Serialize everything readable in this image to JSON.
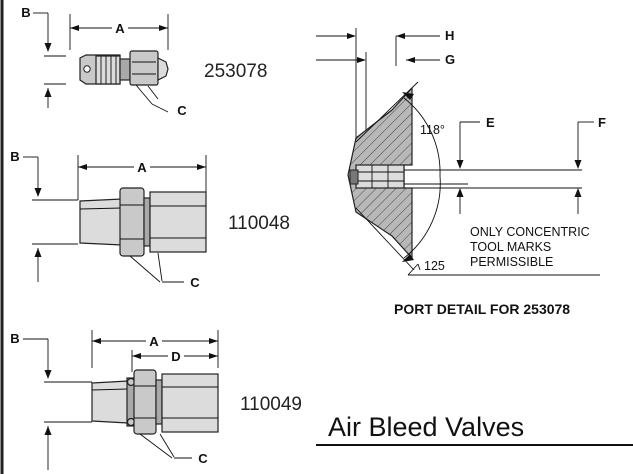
{
  "colors": {
    "ink": "#111111",
    "part_fill": "#c9c9c9",
    "part_shade": "#a9a9a9",
    "border": "#222222",
    "background": "#ffffff"
  },
  "part1": {
    "number": "253078",
    "dim_a": "A",
    "dim_b": "B",
    "dim_c": "C"
  },
  "part2": {
    "number": "110048",
    "dim_a": "A",
    "dim_b": "B",
    "dim_c": "C"
  },
  "part3": {
    "number": "110049",
    "dim_a": "A",
    "dim_b": "B",
    "dim_c": "C",
    "dim_d": "D"
  },
  "port_detail": {
    "label_h": "H",
    "label_g": "G",
    "label_e": "E",
    "label_f": "F",
    "angle": "118°",
    "surface_finish": "125",
    "note_lines": [
      "ONLY CONCENTRIC",
      "TOOL MARKS",
      "PERMISSIBLE"
    ],
    "caption": "PORT DETAIL FOR 253078"
  },
  "title": "Air Bleed Valves"
}
